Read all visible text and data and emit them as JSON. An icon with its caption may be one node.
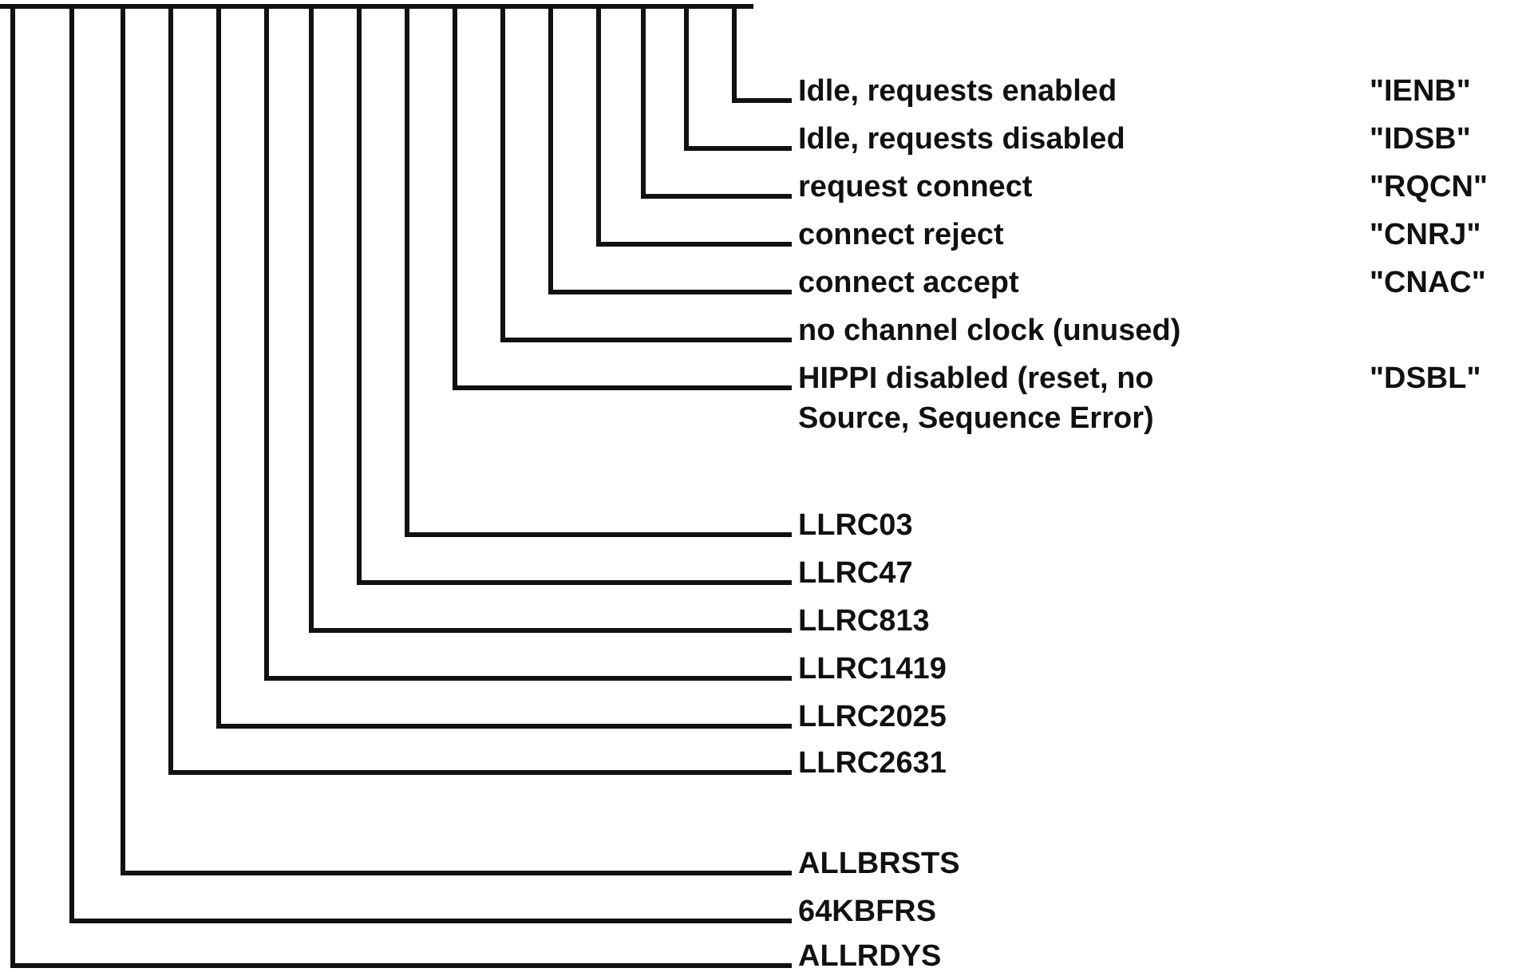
{
  "diagram": {
    "nodes": [
      {
        "text": [
          "Idle, requests enabled"
        ],
        "beside": [
          "\"IENB\""
        ]
      },
      {
        "text": [
          "Idle, requests disabled"
        ],
        "beside": [
          "\"IDSB\""
        ]
      },
      {
        "text": [
          "request connect"
        ],
        "beside": [
          "\"RQCN\""
        ]
      },
      {
        "text": [
          "connect reject"
        ],
        "beside": [
          "\"CNRJ\""
        ]
      },
      {
        "text": [
          "connect accept"
        ],
        "beside": [
          "\"CNAC\""
        ]
      },
      {
        "text": [
          "no channel clock (unused)"
        ]
      },
      {
        "text": [
          "HIPPI disabled (reset, no Source, Sequence Error)"
        ],
        "beside": [
          "\"DSBL\""
        ]
      },
      {
        "text": [
          "LLRC03"
        ]
      },
      {
        "text": [
          "LLRC47"
        ]
      },
      {
        "text": [
          "LLRC813"
        ]
      },
      {
        "text": [
          "LLRC1419"
        ]
      },
      {
        "text": [
          "LLRC2025"
        ]
      },
      {
        "text": [
          "LLRC2631"
        ]
      },
      {
        "text": [
          "ALLBRSTS"
        ]
      },
      {
        "text": [
          "64KBFRS"
        ]
      },
      {
        "text": [
          "ALLRDYS"
        ]
      }
    ],
    "edges": [
      {
        "from": 0,
        "to": null,
        "arrow": "none"
      },
      {
        "from": 1,
        "to": null,
        "arrow": "none"
      },
      {
        "from": 2,
        "to": null,
        "arrow": "none"
      },
      {
        "from": 3,
        "to": null,
        "arrow": "none"
      },
      {
        "from": 4,
        "to": null,
        "arrow": "none"
      },
      {
        "from": 5,
        "to": null,
        "arrow": "none"
      },
      {
        "from": 6,
        "to": null,
        "arrow": "none"
      },
      {
        "from": 7,
        "to": null,
        "arrow": "none"
      },
      {
        "from": 8,
        "to": null,
        "arrow": "none"
      },
      {
        "from": 9,
        "to": null,
        "arrow": "none"
      },
      {
        "from": 10,
        "to": null,
        "arrow": "none"
      },
      {
        "from": 11,
        "to": null,
        "arrow": "none"
      },
      {
        "from": 12,
        "to": null,
        "arrow": "none"
      },
      {
        "from": 13,
        "to": null,
        "arrow": "none"
      },
      {
        "from": 14,
        "to": null,
        "arrow": "none"
      },
      {
        "from": 15,
        "to": null,
        "arrow": "none"
      }
    ]
  }
}
